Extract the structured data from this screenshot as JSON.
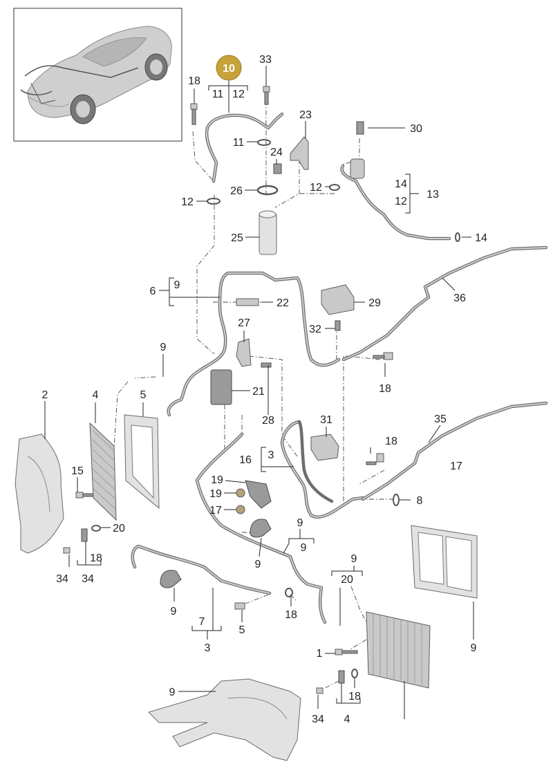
{
  "highlight_color": "#c7a23a",
  "highlight_label": "10",
  "callouts": [
    {
      "id": "c33",
      "text": "33"
    },
    {
      "id": "c18a",
      "text": "18"
    },
    {
      "id": "c11a",
      "text": "11"
    },
    {
      "id": "c12a",
      "text": "12"
    },
    {
      "id": "c11b",
      "text": "11"
    },
    {
      "id": "c23",
      "text": "23"
    },
    {
      "id": "c24",
      "text": "24"
    },
    {
      "id": "c30",
      "text": "30"
    },
    {
      "id": "c26",
      "text": "26"
    },
    {
      "id": "c12b",
      "text": "12"
    },
    {
      "id": "c12c",
      "text": "12"
    },
    {
      "id": "c14a",
      "text": "14"
    },
    {
      "id": "c12d",
      "text": "12"
    },
    {
      "id": "c13",
      "text": "13"
    },
    {
      "id": "c14b",
      "text": "14"
    },
    {
      "id": "c25",
      "text": "25"
    },
    {
      "id": "c6",
      "text": "6"
    },
    {
      "id": "c9a",
      "text": "9"
    },
    {
      "id": "c22",
      "text": "22"
    },
    {
      "id": "c36",
      "text": "36"
    },
    {
      "id": "c29",
      "text": "29"
    },
    {
      "id": "c32",
      "text": "32"
    },
    {
      "id": "c27",
      "text": "27"
    },
    {
      "id": "c9b",
      "text": "9"
    },
    {
      "id": "c18b",
      "text": "18"
    },
    {
      "id": "c2",
      "text": "2"
    },
    {
      "id": "c4a",
      "text": "4"
    },
    {
      "id": "c5a",
      "text": "5"
    },
    {
      "id": "c21",
      "text": "21"
    },
    {
      "id": "c28",
      "text": "28"
    },
    {
      "id": "c31",
      "text": "31"
    },
    {
      "id": "c35",
      "text": "35"
    },
    {
      "id": "c18c",
      "text": "18"
    },
    {
      "id": "c17a",
      "text": "17"
    },
    {
      "id": "c16",
      "text": "16"
    },
    {
      "id": "c3a",
      "text": "3"
    },
    {
      "id": "c15",
      "text": "15"
    },
    {
      "id": "c19a",
      "text": "19"
    },
    {
      "id": "c19b",
      "text": "19"
    },
    {
      "id": "c17b",
      "text": "17"
    },
    {
      "id": "c8",
      "text": "8"
    },
    {
      "id": "c9c",
      "text": "9"
    },
    {
      "id": "c9d",
      "text": "9"
    },
    {
      "id": "c20a",
      "text": "20"
    },
    {
      "id": "c9e",
      "text": "9"
    },
    {
      "id": "c18d",
      "text": "18"
    },
    {
      "id": "c34a",
      "text": "34"
    },
    {
      "id": "c34b",
      "text": "34"
    },
    {
      "id": "c9f",
      "text": "9"
    },
    {
      "id": "c20b",
      "text": "20"
    },
    {
      "id": "c9g",
      "text": "9"
    },
    {
      "id": "c18e",
      "text": "18"
    },
    {
      "id": "c5b",
      "text": "5"
    },
    {
      "id": "c9h",
      "text": "9"
    },
    {
      "id": "c7",
      "text": "7"
    },
    {
      "id": "c3b",
      "text": "3"
    },
    {
      "id": "c1",
      "text": "1"
    },
    {
      "id": "c9i",
      "text": "9"
    },
    {
      "id": "c18f",
      "text": "18"
    },
    {
      "id": "c34c",
      "text": "34"
    },
    {
      "id": "c4b",
      "text": "4"
    }
  ]
}
